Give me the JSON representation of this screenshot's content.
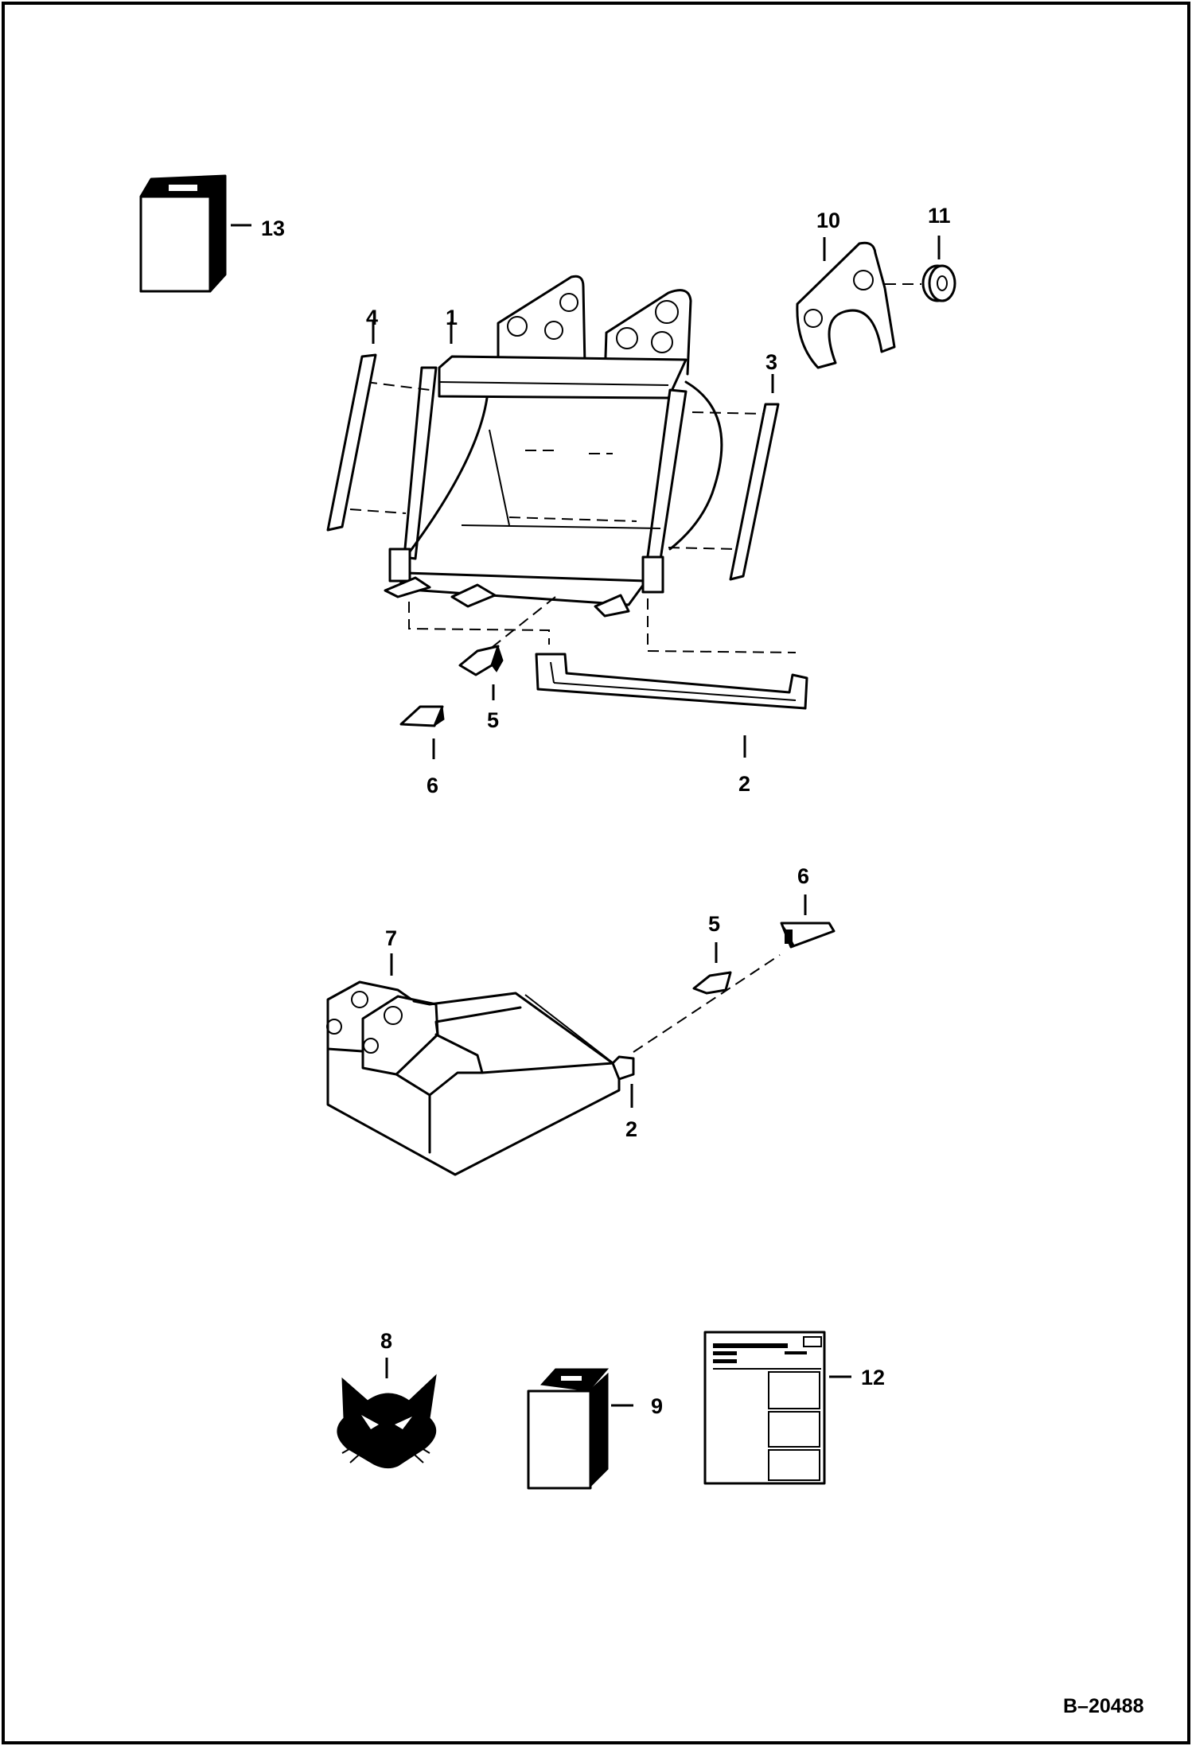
{
  "diagram": {
    "reference": "B–20488",
    "callouts": {
      "c1": "1",
      "c2a": "2",
      "c2b": "2",
      "c3": "3",
      "c4": "4",
      "c5a": "5",
      "c5b": "5",
      "c6a": "6",
      "c6b": "6",
      "c7": "7",
      "c8": "8",
      "c9": "9",
      "c10": "10",
      "c11": "11",
      "c12": "12",
      "c13": "13"
    }
  }
}
